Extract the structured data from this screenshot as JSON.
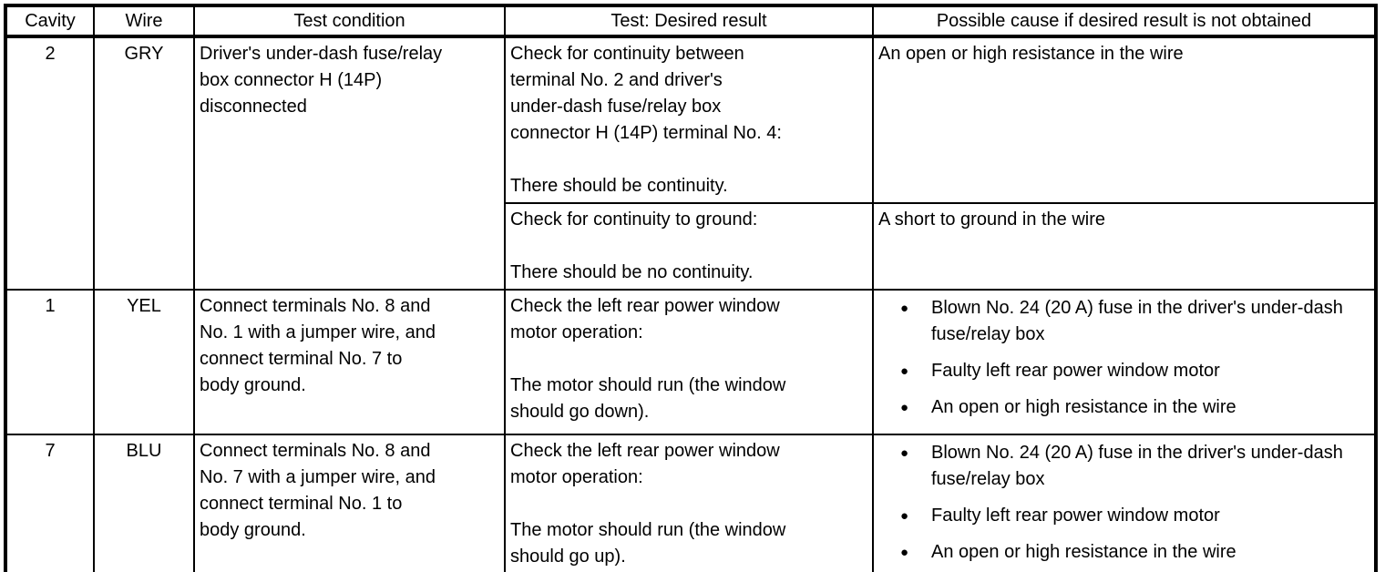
{
  "page": {
    "background_color": "#ffffff",
    "line_color": "#000000"
  },
  "table": {
    "bullet_glyph": "●",
    "columns": {
      "cavity": "Cavity",
      "wire": "Wire",
      "condition": "Test condition",
      "result": "Test: Desired result",
      "cause": "Possible cause if desired result is not obtained"
    },
    "rows": [
      {
        "cavity": "2",
        "wire": "GRY",
        "condition": "Driver's under-dash fuse/relay\nbox connector H (14P)\ndisconnected",
        "tests": [
          {
            "test": "Check for continuity between\nterminal No. 2 and driver's\nunder-dash fuse/relay box\nconnector H (14P) terminal No. 4:\n\nThere should be continuity.",
            "cause": "An open or high resistance in the wire"
          },
          {
            "test": "Check for continuity to ground:\n\nThere should be no continuity.",
            "cause": "A short to ground in the wire"
          }
        ]
      },
      {
        "cavity": "1",
        "wire": "YEL",
        "condition": "Connect terminals No. 8 and\nNo. 1 with a jumper wire, and\nconnect terminal No. 7 to\nbody ground.",
        "test": "Check the left rear power window\nmotor operation:\n\nThe motor should run (the window\nshould go down).",
        "causes": [
          "Blown No. 24 (20 A) fuse in the driver's under-dash fuse/relay box",
          "Faulty left rear power window motor",
          "An open or high resistance in the wire"
        ]
      },
      {
        "cavity": "7",
        "wire": "BLU",
        "condition": "Connect terminals No. 8 and\nNo. 7 with a jumper wire, and\nconnect terminal No. 1 to\nbody ground.",
        "test": "Check the left rear power window\nmotor operation:\n\nThe motor should run (the window\nshould go up).",
        "causes": [
          "Blown No. 24 (20 A) fuse in the driver's under-dash fuse/relay box",
          "Faulty left rear power window motor",
          "An open or high resistance in the wire"
        ]
      }
    ]
  }
}
